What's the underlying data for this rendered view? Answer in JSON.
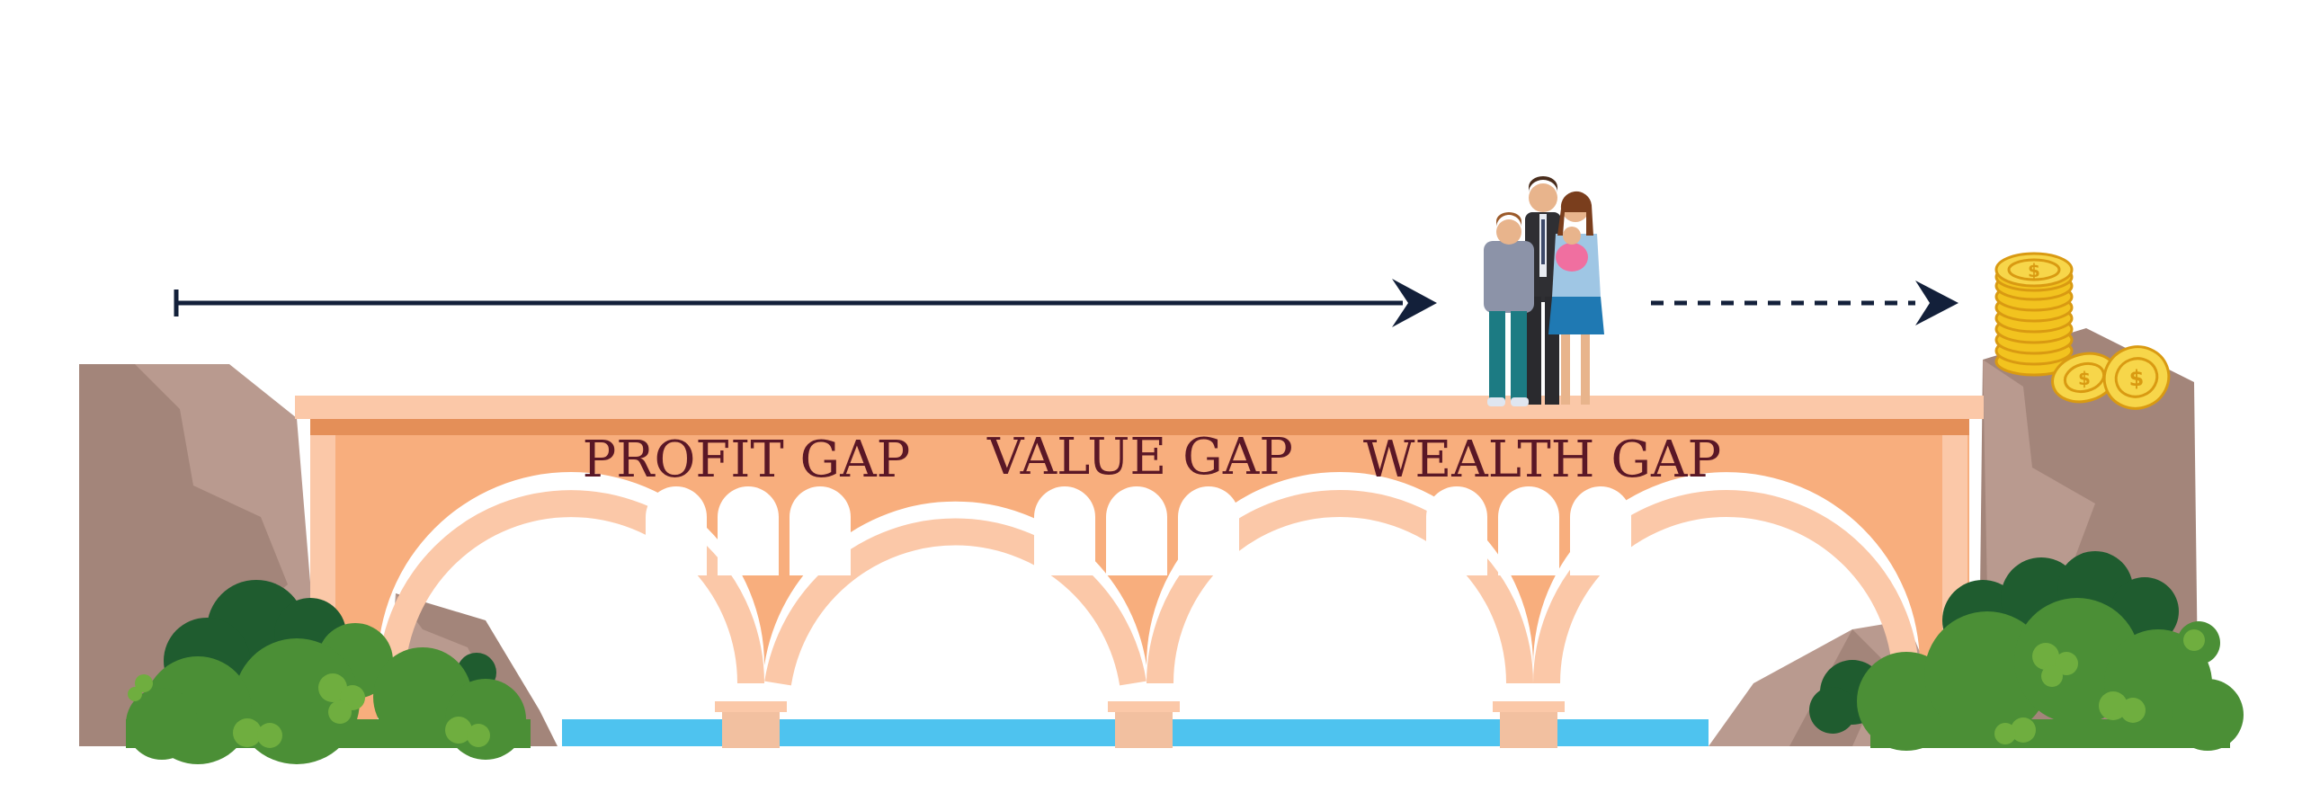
{
  "labels": {
    "profit": "PROFIT GAP",
    "value": "VALUE GAP",
    "wealth": "WEALTH GAP"
  },
  "colors": {
    "arrow": "#13203a",
    "label": "#5a1726",
    "bridge_body": "#f8ae7d",
    "bridge_dark": "#e48f58",
    "bridge_light": "#fbc8a8",
    "water": "#4ec3ef",
    "rock": "#b99a8f",
    "rock_dark": "#a3857a",
    "bush_light": "#6fae3f",
    "bush_mid": "#4b8f36",
    "bush_dark": "#1f5c2f",
    "coin": "#f2c31f"
  },
  "icons": {
    "family": "family-icon",
    "coins": "coin-stack-icon"
  }
}
